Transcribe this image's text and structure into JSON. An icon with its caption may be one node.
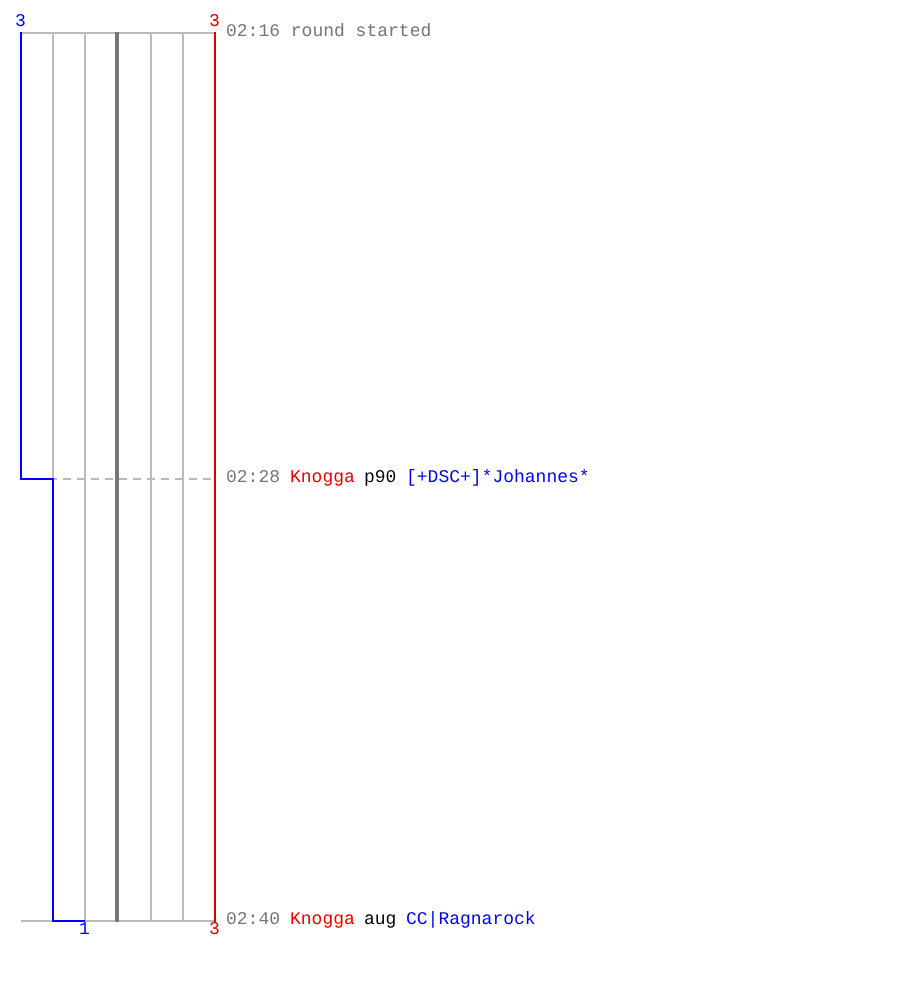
{
  "diagram": {
    "labels": [
      "3",
      "3",
      "02:16 round started",
      "02:28",
      "Knogga",
      "p90",
      "[+DSC+]*Johannes*",
      "02:40",
      "Knogga",
      "aug",
      "CC|Ragnarock",
      "1",
      "3"
    ]
  }
}
